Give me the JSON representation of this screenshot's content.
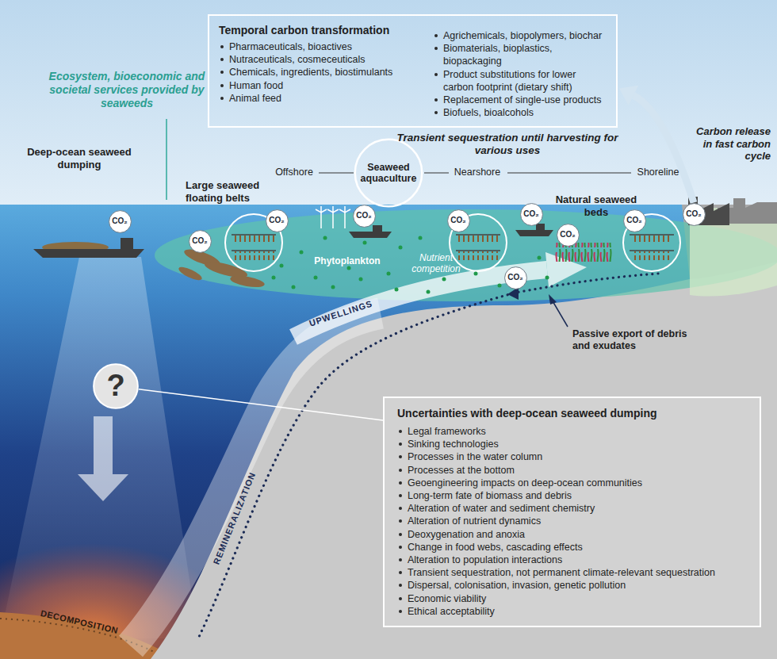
{
  "diagram": {
    "nodes": [
      {
        "text": [
          "Temporal carbon transformation",
          "Pharmaceuticals, bioactives",
          "Nutraceuticals, cosmeceuticals",
          "Chemicals, ingredients, biostimulants",
          "Human food",
          "Animal feed",
          "Agrichemicals, biopolymers, biochar",
          "Biomaterials, bioplastics, biopackaging",
          "Product substitutions for lower carbon footprint (dietary shift)",
          "Replacement of single-use products",
          "Biofuels, bioalcohols"
        ]
      },
      {
        "text": [
          "Seaweed aquaculture"
        ]
      },
      {
        "text": [
          "CO₂"
        ]
      },
      {
        "text": [
          "CO₂"
        ]
      },
      {
        "text": [
          "CO₂"
        ]
      },
      {
        "text": [
          "CO₂"
        ]
      },
      {
        "text": [
          "CO₂"
        ]
      },
      {
        "text": [
          "CO₂"
        ]
      },
      {
        "text": [
          "CO₂"
        ]
      },
      {
        "text": [
          "CO₂"
        ]
      },
      {
        "text": [
          "CO₂"
        ]
      },
      {
        "text": [
          "CO₂"
        ]
      },
      {
        "text": [
          "?"
        ]
      },
      {
        "text": [
          "Uncertainties with deep-ocean seaweed dumping",
          "Legal frameworks",
          "Sinking technologies",
          "Processes in the water column",
          "Processes at the bottom",
          "Geoengineering impacts on deep-ocean communities",
          "Long-term fate of biomass and debris",
          "Alteration of water and sediment chemistry",
          "Alteration of nutrient dynamics",
          "Deoxygenation and anoxia",
          "Change in food webs, cascading effects",
          "Alteration to population interactions",
          "Transient sequestration, not permanent climate-relevant sequestration",
          "Dispersal, colonisation, invasion, genetic pollution",
          "Economic viability",
          "Ethical acceptability"
        ]
      }
    ],
    "edges": [
      {
        "from": 11,
        "to": 0,
        "arrow": "to",
        "label": "Carbon release in fast carbon cycle"
      },
      {
        "from": 12,
        "to": 13,
        "arrow": "none"
      }
    ],
    "labels": [
      "Ecosystem, bioeconomic and societal services provided by seaweeds",
      "Deep-ocean seaweed dumping",
      "Large seaweed floating belts",
      "Transient sequestration until harvesting for various uses",
      "Offshore",
      "Nearshore",
      "Shoreline",
      "Natural seaweed beds",
      "Phytoplankton",
      "Nutrient competition",
      "UPWELLINGS",
      "Passive export of debris and exudates",
      "REMINERALIZATION",
      "DECOMPOSITION"
    ]
  }
}
